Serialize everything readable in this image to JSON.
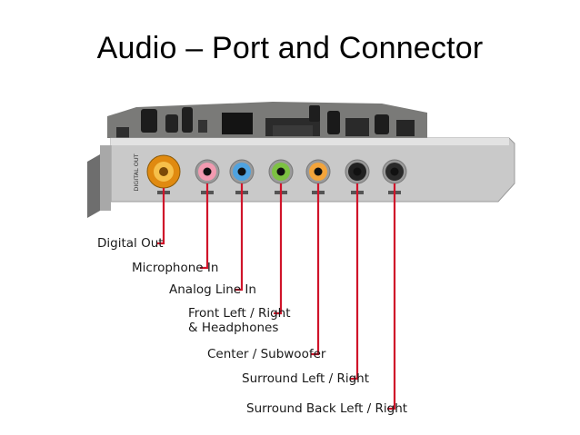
{
  "slide": {
    "title": "Audio – Port and Connector"
  },
  "card": {
    "bracket_text": "DIGITAL OUT"
  },
  "labels": [
    {
      "text": "Digital Out"
    },
    {
      "text": "Microphone In"
    },
    {
      "text": "Analog Line In"
    },
    {
      "text": "Front Left / Right",
      "text2": "& Headphones"
    },
    {
      "text": "Center / Subwoofer"
    },
    {
      "text": "Surround Left / Right"
    },
    {
      "text": "Surround Back Left / Right"
    }
  ],
  "jack_colors": [
    "#f0a31c",
    "#f29ab0",
    "#4fa3e0",
    "#7dc242",
    "#f3a43b",
    "#222222",
    "#2a2a2a"
  ]
}
